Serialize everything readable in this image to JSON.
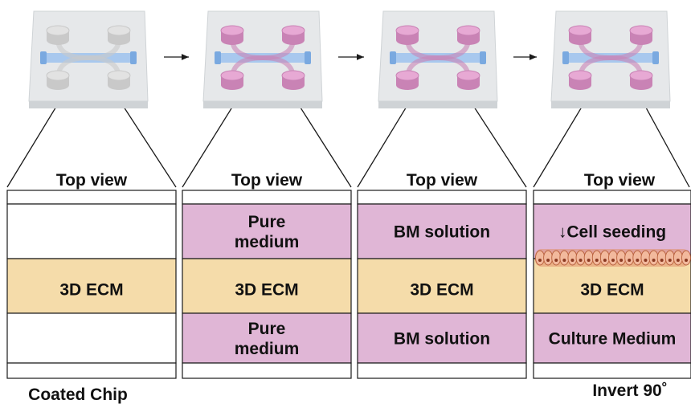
{
  "colors": {
    "chip_glass": "#e6e8ea",
    "channel": "#9cc2ee",
    "reservoir_empty": "#e2e2e2",
    "reservoir_filled": "#e7a9d4",
    "ecm": "#f5dcaa",
    "medium": "#e0b6d6",
    "cell_layer": "#e0906a",
    "outline": "#1a1a1a"
  },
  "arrow_icon": "right-arrow-icon",
  "panels": [
    {
      "chip_state": "empty",
      "top_view_label": "Top view",
      "upper_band": {
        "type": "empty",
        "text": ""
      },
      "middle_band": {
        "type": "ecm",
        "text": "3D ECM"
      },
      "lower_band": {
        "type": "empty",
        "text": ""
      },
      "cells": false,
      "caption": "Coated Chip"
    },
    {
      "chip_state": "filled",
      "top_view_label": "Top view",
      "upper_band": {
        "type": "medium",
        "text": "Pure\nmedium"
      },
      "middle_band": {
        "type": "ecm",
        "text": "3D ECM"
      },
      "lower_band": {
        "type": "medium",
        "text": "Pure\nmedium"
      },
      "cells": false,
      "caption": ""
    },
    {
      "chip_state": "filled",
      "top_view_label": "Top view",
      "upper_band": {
        "type": "medium",
        "text": "BM solution"
      },
      "middle_band": {
        "type": "ecm",
        "text": "3D ECM"
      },
      "lower_band": {
        "type": "medium",
        "text": "BM solution"
      },
      "cells": false,
      "caption": ""
    },
    {
      "chip_state": "filled",
      "top_view_label": "Top view",
      "upper_band": {
        "type": "medium",
        "text": "↓Cell seeding"
      },
      "middle_band": {
        "type": "ecm",
        "text": "3D ECM"
      },
      "lower_band": {
        "type": "medium",
        "text": "Culture Medium"
      },
      "cells": true,
      "caption": "Invert 90˚"
    }
  ]
}
